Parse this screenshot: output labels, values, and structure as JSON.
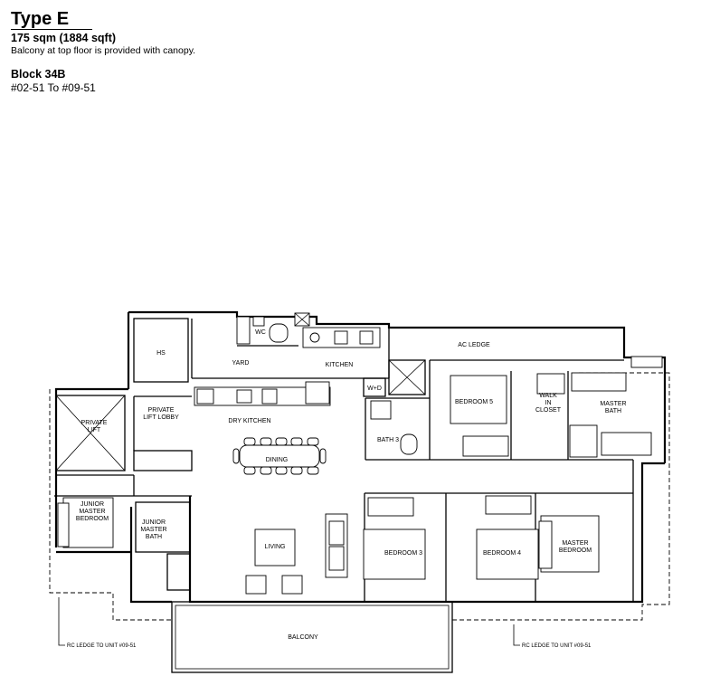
{
  "header": {
    "type_title": "Type E",
    "area": "175 sqm (1884 sqft)",
    "note": "Balcony at top floor is provided with canopy.",
    "block": "Block 34B",
    "units": "#02-51 To #09-51"
  },
  "rooms": {
    "hs": "HS",
    "wc": "WC",
    "yard": "YARD",
    "kitchen": "KITCHEN",
    "ac_ledge": "AC LEDGE",
    "wd": "W+D",
    "private_lift": "PRIVATE\nLIFT",
    "private_lift_lobby": "PRIVATE\nLIFT LOBBY",
    "dry_kitchen": "DRY KITCHEN",
    "dining": "DINING",
    "bedroom5": "BEDROOM 5",
    "bath3": "BATH 3",
    "walk_in_closet": "WALK\nIN\nCLOSET",
    "master_bath": "MASTER\nBATH",
    "junior_master_bedroom": "JUNIOR\nMASTER\nBEDROOM",
    "junior_master_bath": "JUNIOR\nMASTER\nBATH",
    "living": "LIVING",
    "bedroom3": "BEDROOM 3",
    "bedroom4": "BEDROOM 4",
    "master_bedroom": "MASTER\nBEDROOM",
    "balcony": "BALCONY",
    "rc_ledge_left": "RC LEDGE TO UNIT #09-51",
    "rc_ledge_right": "RC LEDGE TO UNIT #09-51"
  }
}
